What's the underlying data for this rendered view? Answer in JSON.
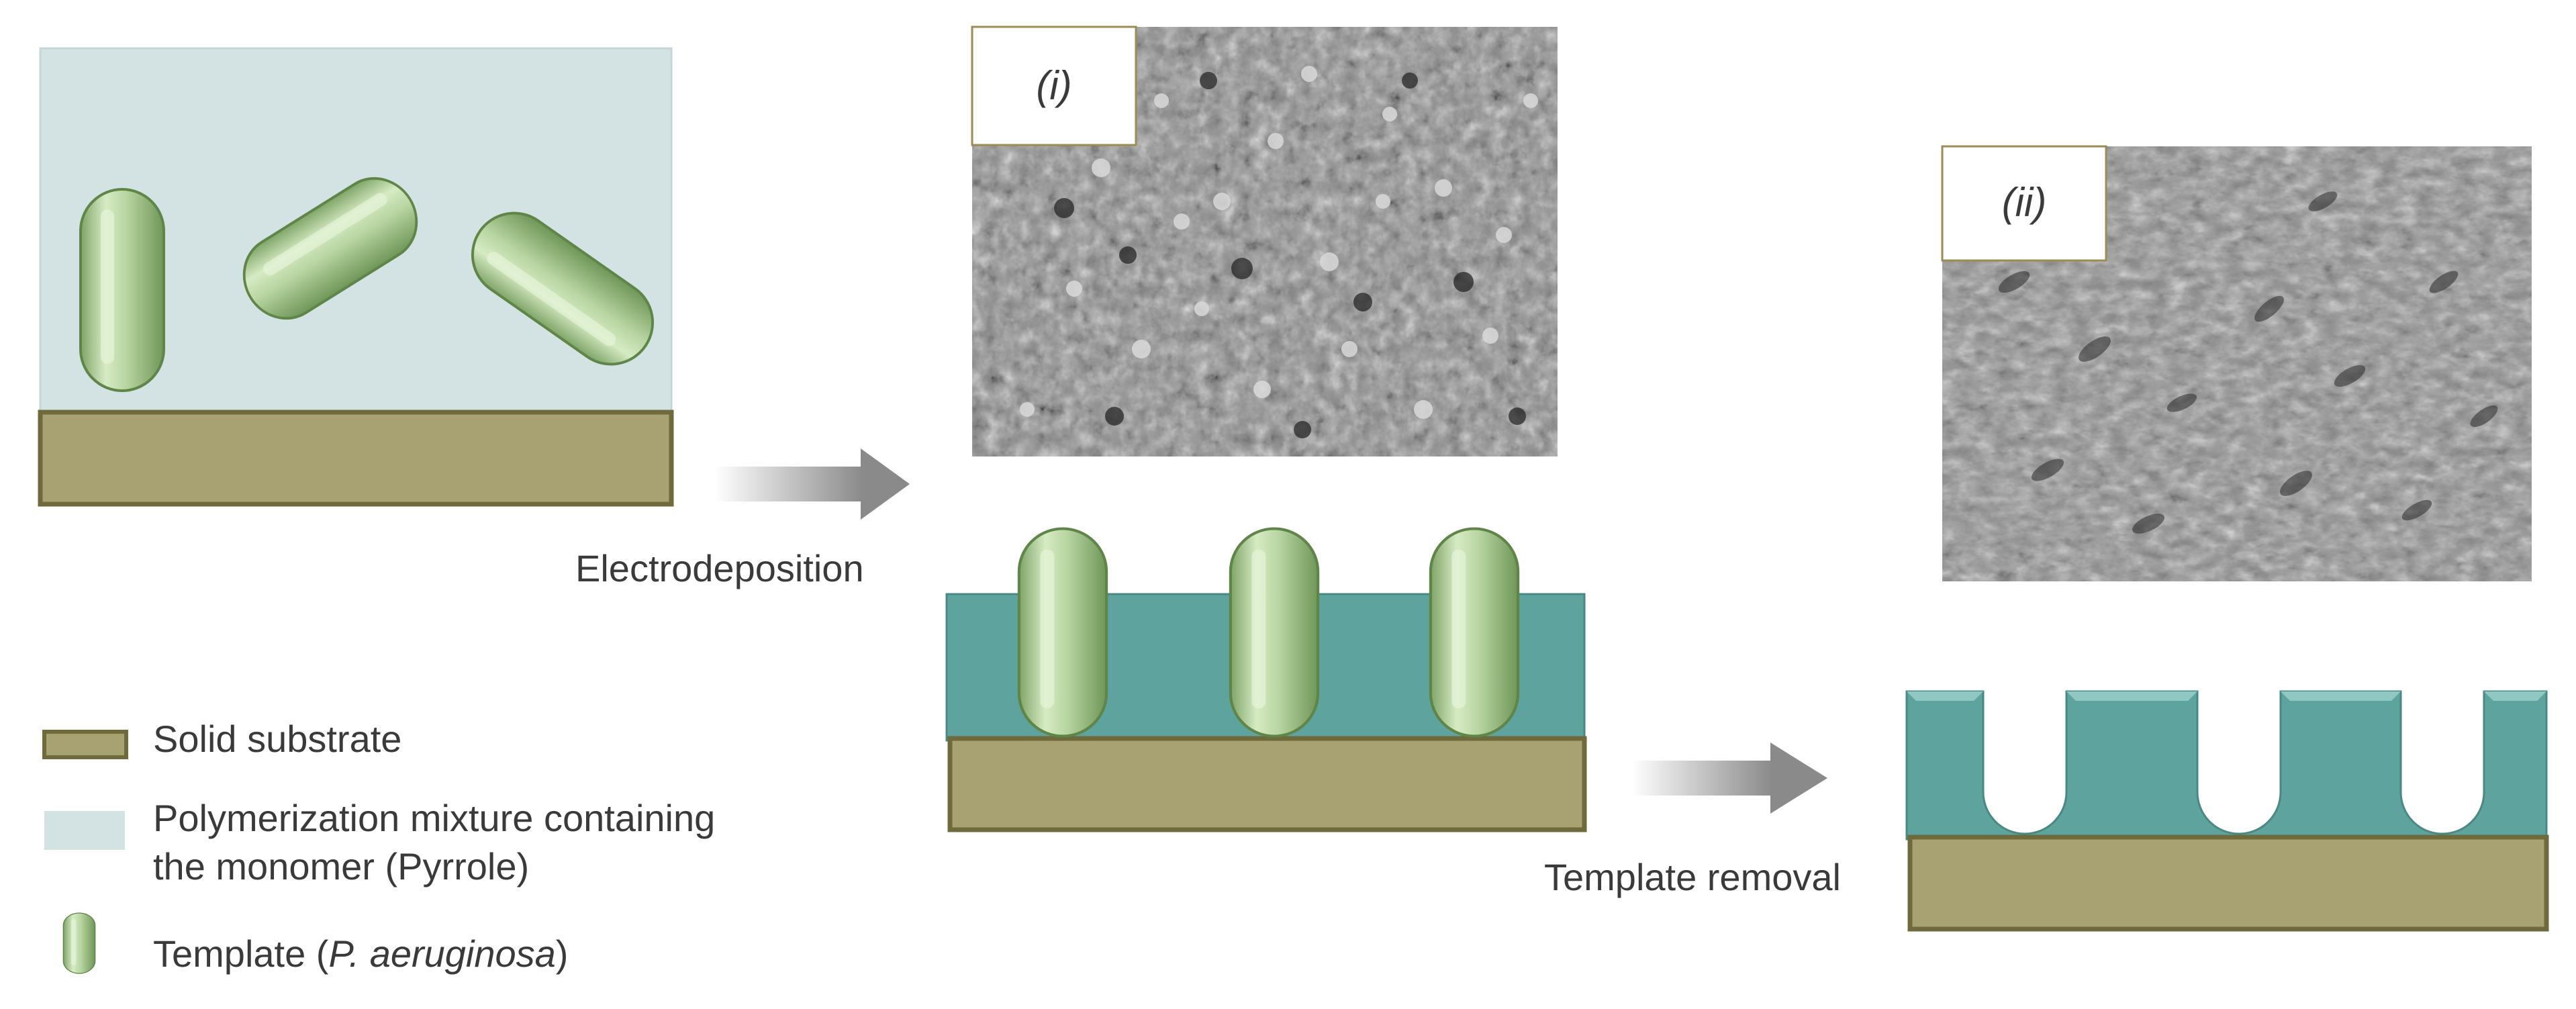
{
  "steps": {
    "electrodeposition": "Electrodeposition",
    "template_removal": "Template removal"
  },
  "images": {
    "panel_i_label": "(i)",
    "panel_ii_label": "(ii)"
  },
  "legend": {
    "substrate": "Solid substrate",
    "mixture_line1": "Polymerization mixture containing",
    "mixture_line2": "the monomer (Pyrrole)",
    "template_prefix": "Template (",
    "template_species": "P. aeruginosa",
    "template_suffix": ")"
  },
  "colors": {
    "substrate_fill": "#a8a273",
    "substrate_stroke": "#6e6a3c",
    "mixture_fill": "#d3e3e4",
    "polymer_fill": "#5fa39f",
    "bacteria_fill": "#b3cf9e",
    "arrow": "#8f8f8f",
    "sem_background": "#8a8a8a"
  },
  "icons": [
    "bacterium-rod-icon",
    "arrow-right-icon",
    "substrate-swatch-icon",
    "mixture-swatch-icon"
  ]
}
